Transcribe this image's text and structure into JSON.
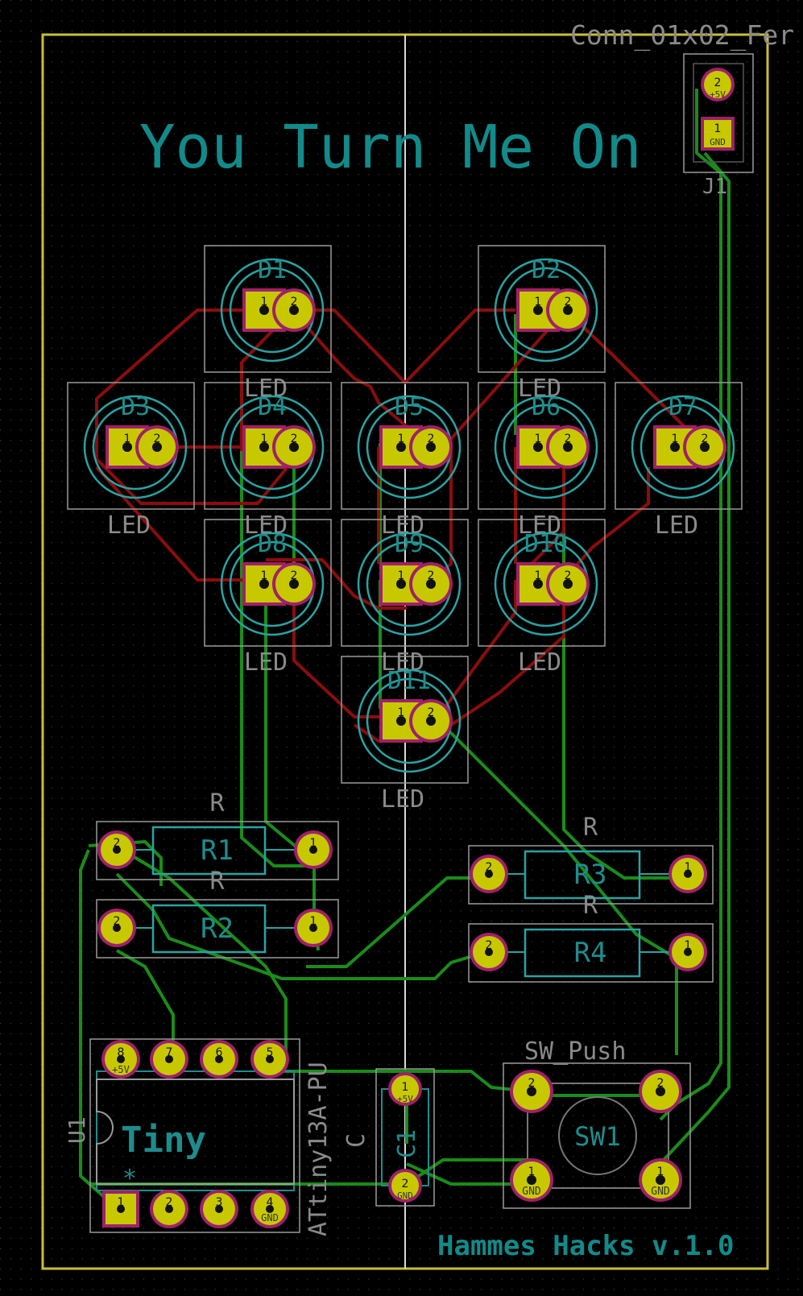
{
  "board": {
    "title": "You Turn Me On",
    "credit": "Hammes Hacks v.1.0",
    "colors": {
      "background": "#000000",
      "edge_cuts": "#c8c030",
      "silkscreen": "#8a8a8a",
      "fab": "#1e8c8c",
      "led_courtyard": "#29a3a3",
      "pad_copper": "#c8c800",
      "pad_outline": "#a0206a",
      "track_front": "#8b0d0d",
      "track_back": "#1a8c1a"
    }
  },
  "connector": {
    "value": "Conn_01x02_Fer",
    "ref": "J1",
    "pins": [
      {
        "num": "2",
        "net": "+5V"
      },
      {
        "num": "1",
        "net": "GND"
      }
    ]
  },
  "leds": [
    {
      "ref": "D1",
      "value": "LED",
      "pads": [
        "1",
        "2"
      ]
    },
    {
      "ref": "D2",
      "value": "LED",
      "pads": [
        "1",
        "2"
      ]
    },
    {
      "ref": "D3",
      "value": "LED",
      "pads": [
        "1",
        "2"
      ]
    },
    {
      "ref": "D4",
      "value": "LED",
      "pads": [
        "1",
        "2"
      ]
    },
    {
      "ref": "D5",
      "value": "LED",
      "pads": [
        "1",
        "2"
      ]
    },
    {
      "ref": "D6",
      "value": "LED",
      "pads": [
        "1",
        "2"
      ]
    },
    {
      "ref": "D7",
      "value": "LED",
      "pads": [
        "1",
        "2"
      ]
    },
    {
      "ref": "D8",
      "value": "LED",
      "pads": [
        "1",
        "2"
      ]
    },
    {
      "ref": "D9",
      "value": "LED",
      "pads": [
        "1",
        "2"
      ]
    },
    {
      "ref": "D10",
      "value": "LED",
      "pads": [
        "1",
        "2"
      ]
    },
    {
      "ref": "D11",
      "value": "LED",
      "pads": [
        "1",
        "2"
      ]
    }
  ],
  "resistors": [
    {
      "ref": "R1",
      "value": "R",
      "pads": [
        "2",
        "1"
      ]
    },
    {
      "ref": "R2",
      "value": "R",
      "pads": [
        "2",
        "1"
      ]
    },
    {
      "ref": "R3",
      "value": "R",
      "pads": [
        "2",
        "1"
      ]
    },
    {
      "ref": "R4",
      "value": "R",
      "pads": [
        "2",
        "1"
      ]
    }
  ],
  "mcu": {
    "ref": "U1",
    "value": "ATtiny13A-PU",
    "fab_label": "Tiny",
    "top_pins": [
      {
        "num": "8",
        "net": "+5V"
      },
      {
        "num": "7",
        "net": ""
      },
      {
        "num": "6",
        "net": ""
      },
      {
        "num": "5",
        "net": ""
      }
    ],
    "bottom_pins": [
      {
        "num": "1",
        "net": ""
      },
      {
        "num": "2",
        "net": ""
      },
      {
        "num": "3",
        "net": ""
      },
      {
        "num": "4",
        "net": "GND"
      }
    ]
  },
  "capacitor": {
    "ref": "C1",
    "value": "C",
    "pins": [
      {
        "num": "1",
        "net": "+5V"
      },
      {
        "num": "2",
        "net": "GND"
      }
    ]
  },
  "switch": {
    "ref": "SW1",
    "value": "SW_Push",
    "pins": [
      {
        "num": "2",
        "net": ""
      },
      {
        "num": "2",
        "net": ""
      },
      {
        "num": "1",
        "net": "GND"
      },
      {
        "num": "1",
        "net": "GND"
      }
    ]
  }
}
